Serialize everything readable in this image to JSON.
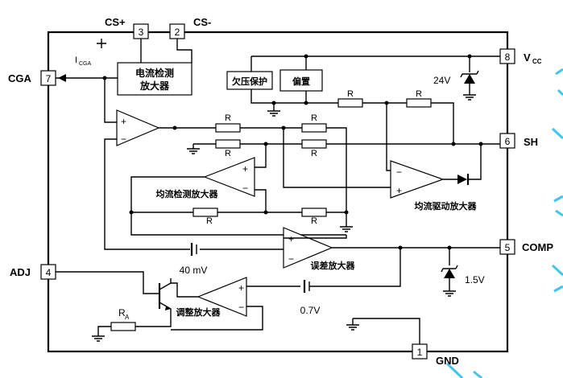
{
  "pins": {
    "cs_plus": {
      "number": "3",
      "label": "CS+"
    },
    "cs_minus": {
      "number": "2",
      "label": "CS-"
    },
    "vcc": {
      "number": "8",
      "label": "V",
      "sub": "CC"
    },
    "cga": {
      "number": "7",
      "label": "CGA"
    },
    "sh": {
      "number": "6",
      "label": "SH"
    },
    "comp": {
      "number": "5",
      "label": "COMP"
    },
    "adj": {
      "number": "4",
      "label": "ADJ"
    },
    "gnd": {
      "number": "1",
      "label": "GND"
    }
  },
  "blocks": {
    "current_sense_amp": {
      "line1": "电流检测",
      "line2": "放大器"
    },
    "ovp": "欠压保护",
    "bias": "偏置"
  },
  "labels": {
    "icga": "I",
    "icga_sub": "CGA",
    "resistor": "R",
    "ra": "R",
    "ra_sub": "A",
    "share_sense_amp": "均流检测放大器",
    "share_drive_amp": "均流驱动放大器",
    "error_amp": "误差放大器",
    "adjust_amp": "调整放大器",
    "v24": "24V",
    "v15": "1.5V",
    "v40m": "40 mV",
    "v07": "0.7V",
    "plus": "+",
    "minus": "−"
  }
}
